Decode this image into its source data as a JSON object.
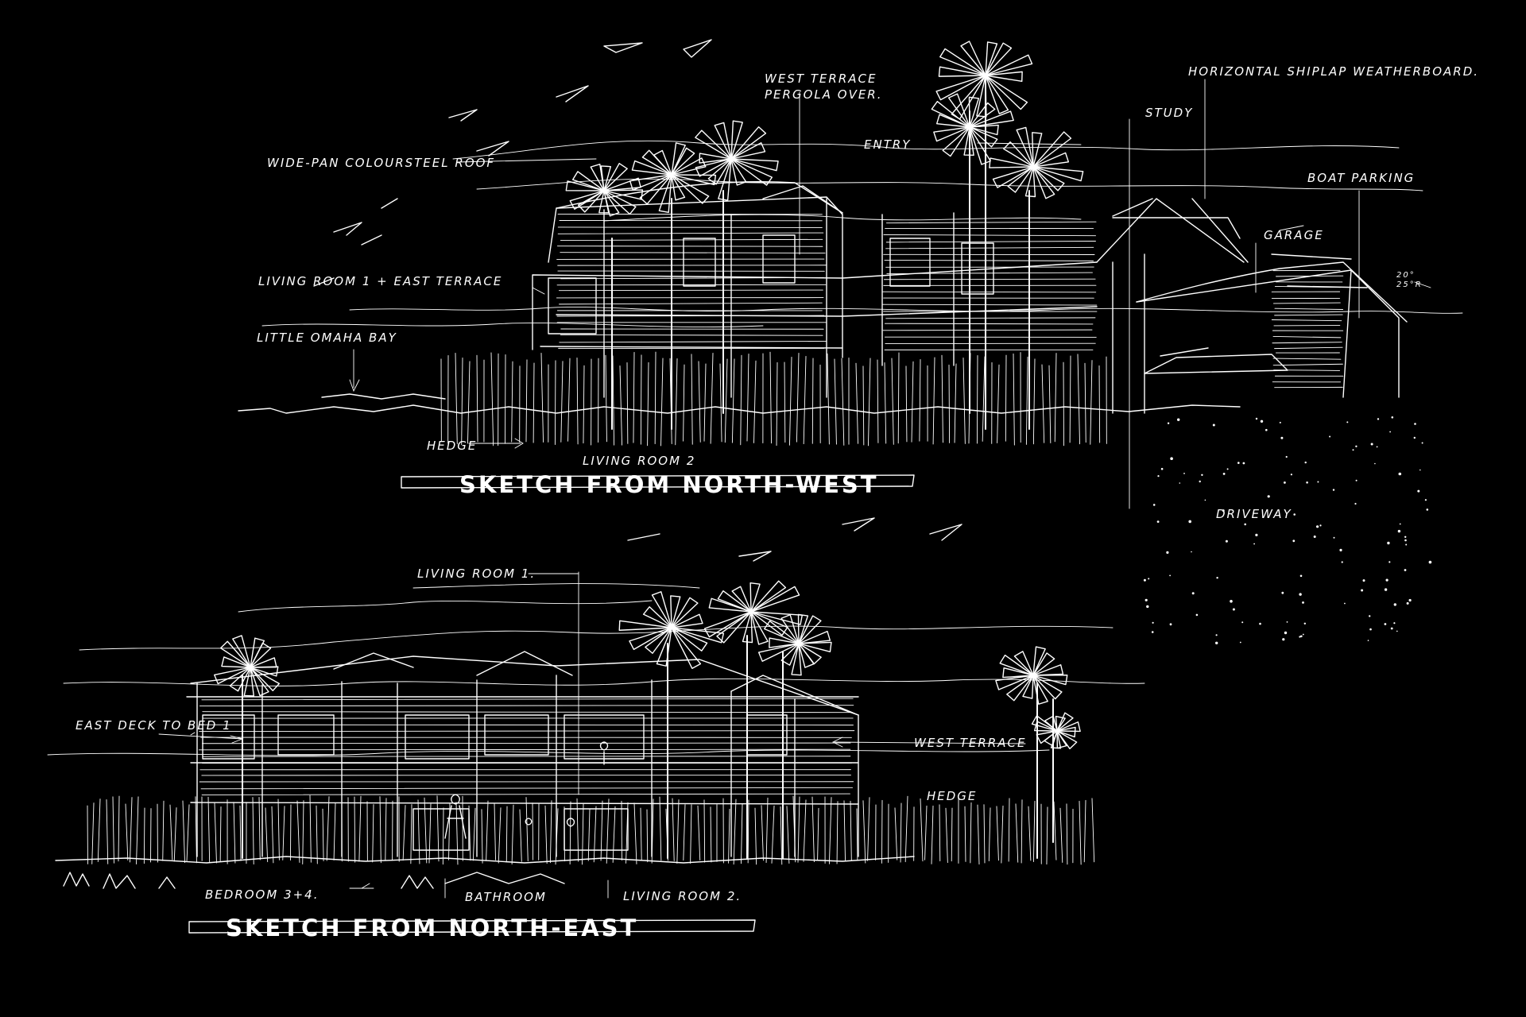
{
  "background_color": "#000000",
  "ink_color": "#ffffff",
  "north_west_sketch": {
    "title": "SKETCH FROM NORTH-WEST",
    "labels": {
      "west_terrace_pergola_line1": "WEST TERRACE",
      "west_terrace_pergola_line2": "PERGOLA OVER.",
      "horizontal_shiplap": "HORIZONTAL SHIPLAP WEATHERBOARD.",
      "study": "STUDY",
      "entry": "ENTRY",
      "wide_pan_roof": "WIDE-PAN COLOURSTEEL ROOF",
      "boat_parking": "BOAT PARKING",
      "garage": "GARAGE",
      "living_room_1_east_terrace": "LIVING ROOM 1 + EAST TERRACE",
      "little_omaha_bay": "LITTLE OMAHA BAY",
      "hedge": "HEDGE",
      "living_room_2": "LIVING ROOM 2",
      "driveway": "DRIVEWAY",
      "roof_pitch": "20°\n25°R"
    }
  },
  "north_east_sketch": {
    "title": "SKETCH FROM NORTH-EAST",
    "labels": {
      "living_room_1": "LIVING ROOM 1.",
      "east_deck_to_bed_1": "EAST DECK TO BED 1",
      "west_terrace": "WEST TERRACE",
      "hedge": "HEDGE",
      "bedroom_3_4": "BEDROOM 3+4.",
      "bathroom": "BATHROOM",
      "living_room_2": "LIVING ROOM 2."
    }
  }
}
